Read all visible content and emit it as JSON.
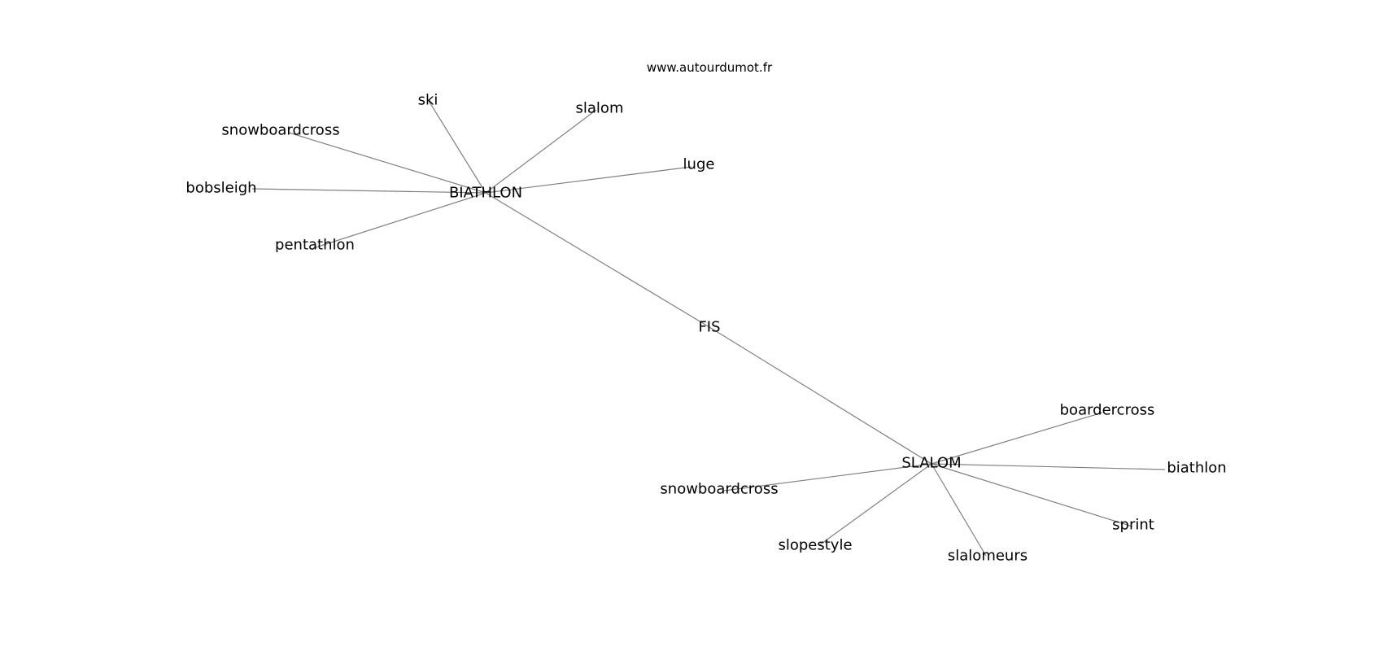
{
  "watermark": "www.autourdumot.fr",
  "nodes": [
    {
      "id": "fis",
      "label": "FIS"
    },
    {
      "id": "biathlon_hub",
      "label": "BIATHLON"
    },
    {
      "id": "slalom_hub",
      "label": "SLALOM"
    },
    {
      "id": "ski",
      "label": "ski"
    },
    {
      "id": "slalom",
      "label": "slalom"
    },
    {
      "id": "snowboardcross_a",
      "label": "snowboardcross"
    },
    {
      "id": "luge",
      "label": "luge"
    },
    {
      "id": "bobsleigh",
      "label": "bobsleigh"
    },
    {
      "id": "pentathlon",
      "label": "pentathlon"
    },
    {
      "id": "boardercross",
      "label": "boardercross"
    },
    {
      "id": "biathlon",
      "label": "biathlon"
    },
    {
      "id": "snowboardcross_b",
      "label": "snowboardcross"
    },
    {
      "id": "sprint",
      "label": "sprint"
    },
    {
      "id": "slopestyle",
      "label": "slopestyle"
    },
    {
      "id": "slalomeurs",
      "label": "slalomeurs"
    }
  ],
  "edges": [
    [
      "biathlon_hub",
      "fis"
    ],
    [
      "fis",
      "slalom_hub"
    ],
    [
      "biathlon_hub",
      "ski"
    ],
    [
      "biathlon_hub",
      "slalom"
    ],
    [
      "biathlon_hub",
      "snowboardcross_a"
    ],
    [
      "biathlon_hub",
      "luge"
    ],
    [
      "biathlon_hub",
      "bobsleigh"
    ],
    [
      "biathlon_hub",
      "pentathlon"
    ],
    [
      "slalom_hub",
      "boardercross"
    ],
    [
      "slalom_hub",
      "biathlon"
    ],
    [
      "slalom_hub",
      "snowboardcross_b"
    ],
    [
      "slalom_hub",
      "sprint"
    ],
    [
      "slalom_hub",
      "slopestyle"
    ],
    [
      "slalom_hub",
      "slalomeurs"
    ]
  ]
}
